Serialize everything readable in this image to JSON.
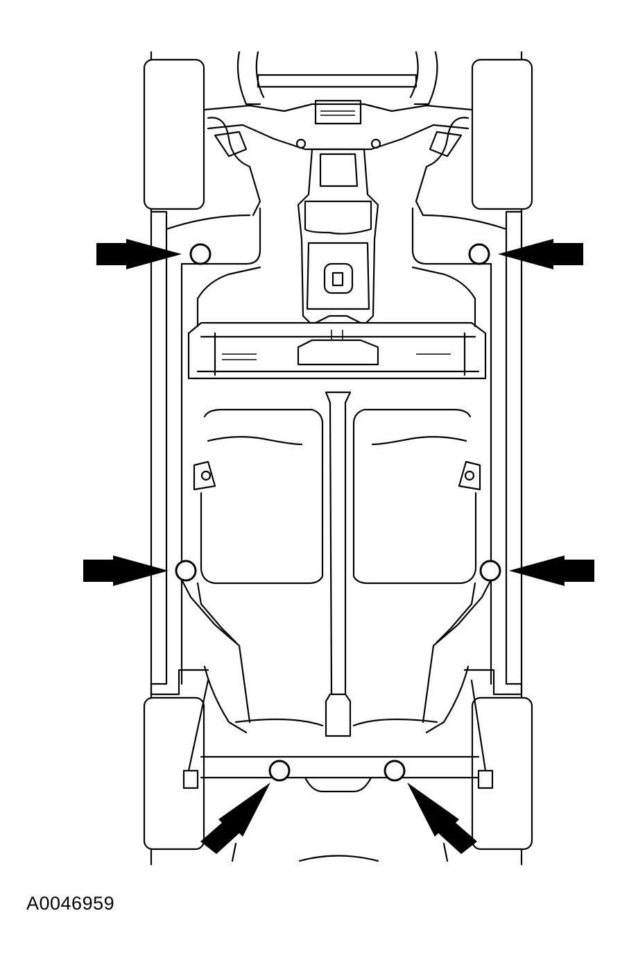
{
  "figure_id": "A0046959",
  "colors": {
    "line": "#000000",
    "background": "#ffffff"
  },
  "lift_points": [
    {
      "name": "front-left",
      "arrow": "right"
    },
    {
      "name": "front-right",
      "arrow": "left"
    },
    {
      "name": "middle-left",
      "arrow": "right"
    },
    {
      "name": "middle-right",
      "arrow": "left"
    },
    {
      "name": "rear-left",
      "arrow": "up-right"
    },
    {
      "name": "rear-right",
      "arrow": "up-left"
    }
  ]
}
